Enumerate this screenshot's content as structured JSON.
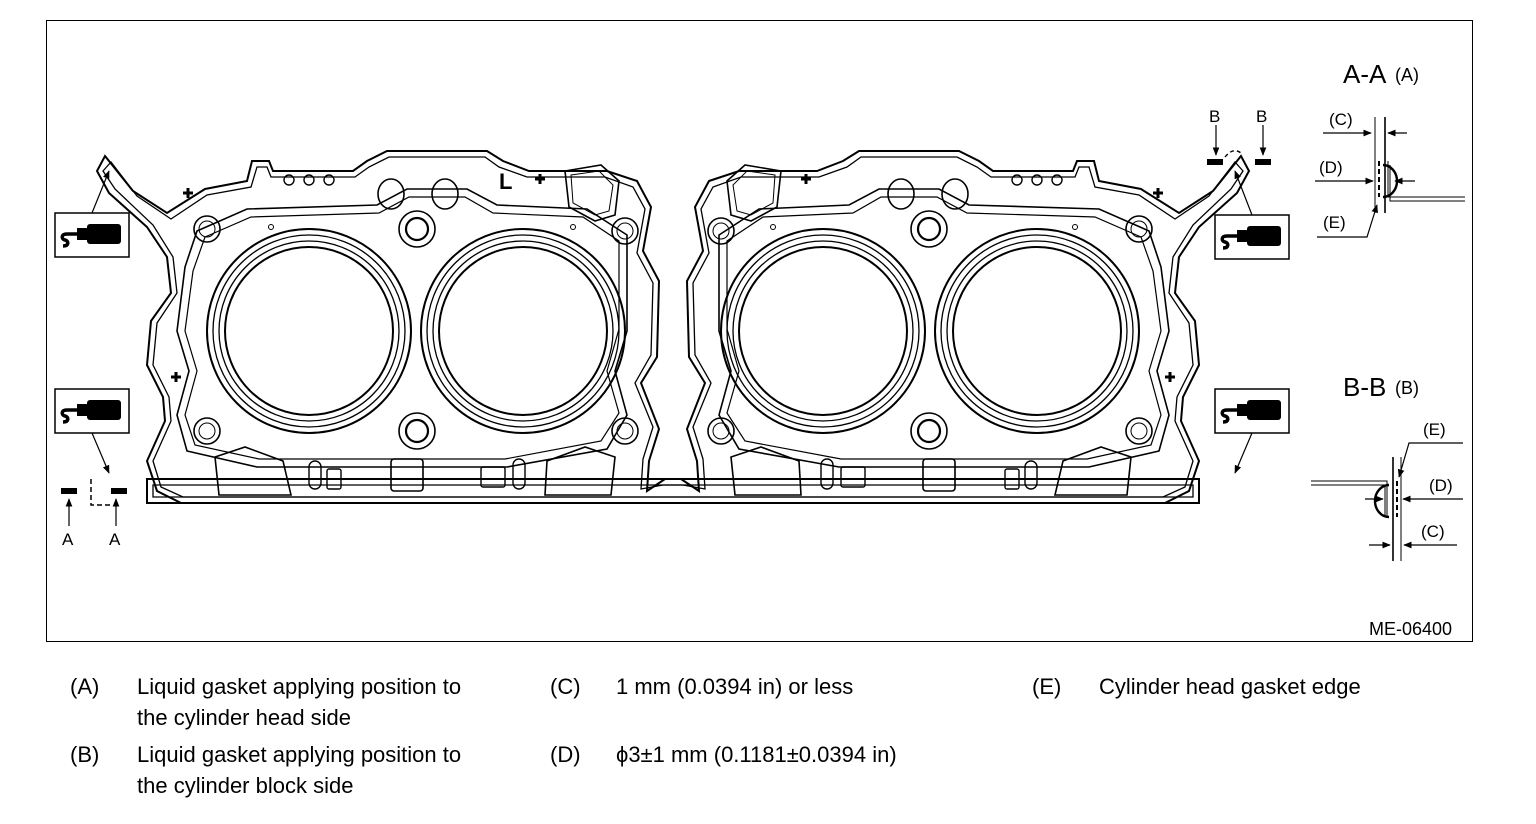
{
  "figure": {
    "code": "ME-06400",
    "section_aa_title": "A-A",
    "section_aa_ref": "(A)",
    "section_bb_title": "B-B",
    "section_bb_ref": "(B)",
    "marker_a": "A",
    "marker_b": "B",
    "left_gasket_mark": "L",
    "callouts": {
      "c": "(C)",
      "d": "(D)",
      "e": "(E)"
    }
  },
  "legend": [
    {
      "key": "(A)",
      "text": "Liquid gasket applying position to\nthe cylinder head side"
    },
    {
      "key": "(B)",
      "text": "Liquid gasket applying position to\nthe cylinder block side"
    },
    {
      "key": "(C)",
      "text": "1 mm (0.0394 in) or less"
    },
    {
      "key": "(D)",
      "text": "ϕ3±1 mm (0.1181±0.0394 in)"
    },
    {
      "key": "(E)",
      "text": "Cylinder head gasket edge"
    }
  ],
  "icons": {
    "applicator": "liquid-gasket-applicator-icon"
  }
}
